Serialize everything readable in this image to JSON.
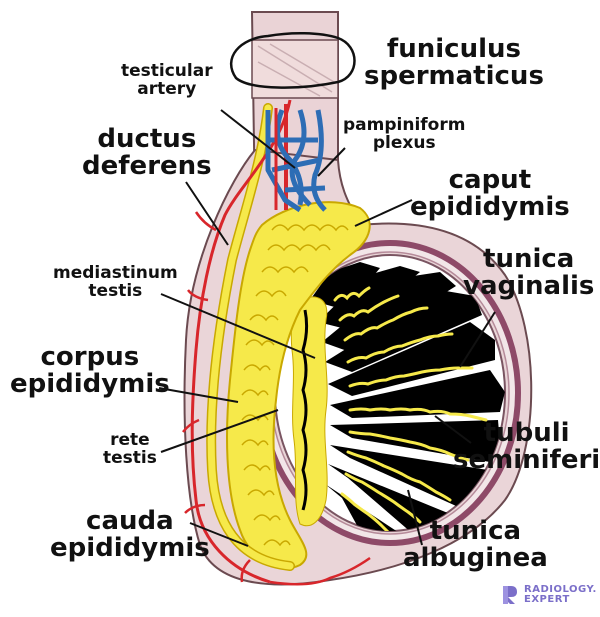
{
  "labels": {
    "funiculus": "funiculus\nspermaticus",
    "testicular_artery": "testicular\nartery",
    "pampiniform": "pampiniform\nplexus",
    "ductus": "ductus\ndeferens",
    "caput": "caput\nepididymis",
    "mediastinum": "mediastinum\ntestis",
    "tunica_vaginalis": "tunica\nvaginalis",
    "corpus": "corpus\nepididymis",
    "rete": "rete\ntestis",
    "tubuli": "tubuli\nseminiferi",
    "cauda": "cauda\nepididymis",
    "tunica_albuginea": "tunica\nalbuginea"
  },
  "brand": {
    "line1": "RADIOLOGY.",
    "line2": "EXPERT"
  },
  "colors": {
    "artery": "#d8262b",
    "vein": "#2d6db5",
    "epididymis": "#f6e94a",
    "tubule": "#000000",
    "sheath": "#e8d0d3",
    "vaginalis": "#8e4a68",
    "brand": "#7b6fc9"
  }
}
